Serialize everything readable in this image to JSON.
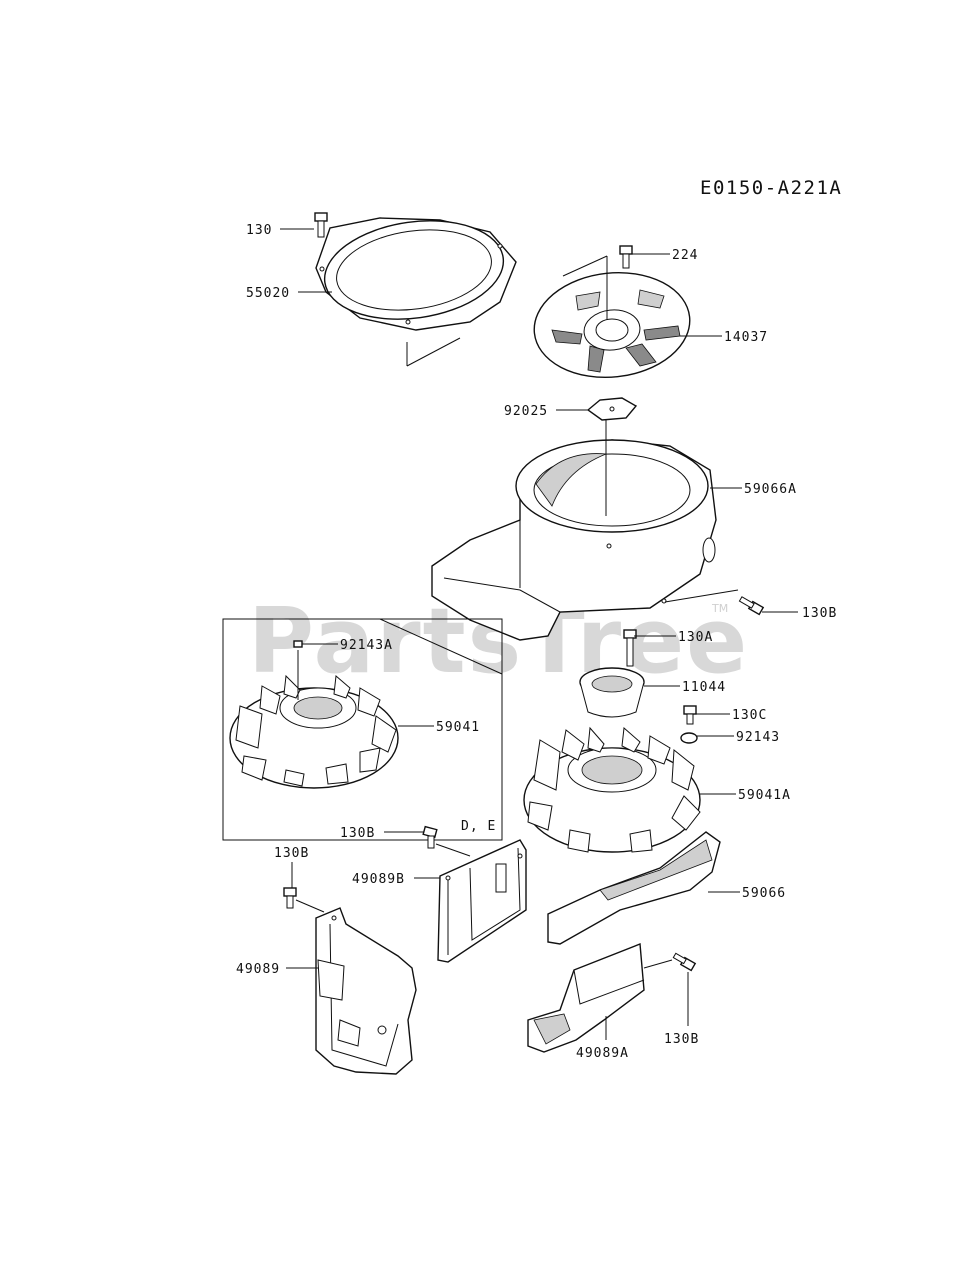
{
  "diagram": {
    "code": "E0150-A221A",
    "watermark": "PartsTree",
    "watermark_tm": "TM",
    "inset_label": "D, E",
    "callouts": {
      "c130": "130",
      "c55020": "55020",
      "c224": "224",
      "c14037": "14037",
      "c92025": "92025",
      "c59066A": "59066A",
      "c130B_a": "130B",
      "c130A": "130A",
      "c11044": "11044",
      "c130C": "130C",
      "c92143": "92143",
      "c59041A": "59041A",
      "c92143A": "92143A",
      "c59041": "59041",
      "c130B_b": "130B",
      "c49089B": "49089B",
      "c130B_c": "130B",
      "c59066": "59066",
      "c49089": "49089",
      "c130B_d": "130B",
      "c49089A": "49089A"
    }
  }
}
